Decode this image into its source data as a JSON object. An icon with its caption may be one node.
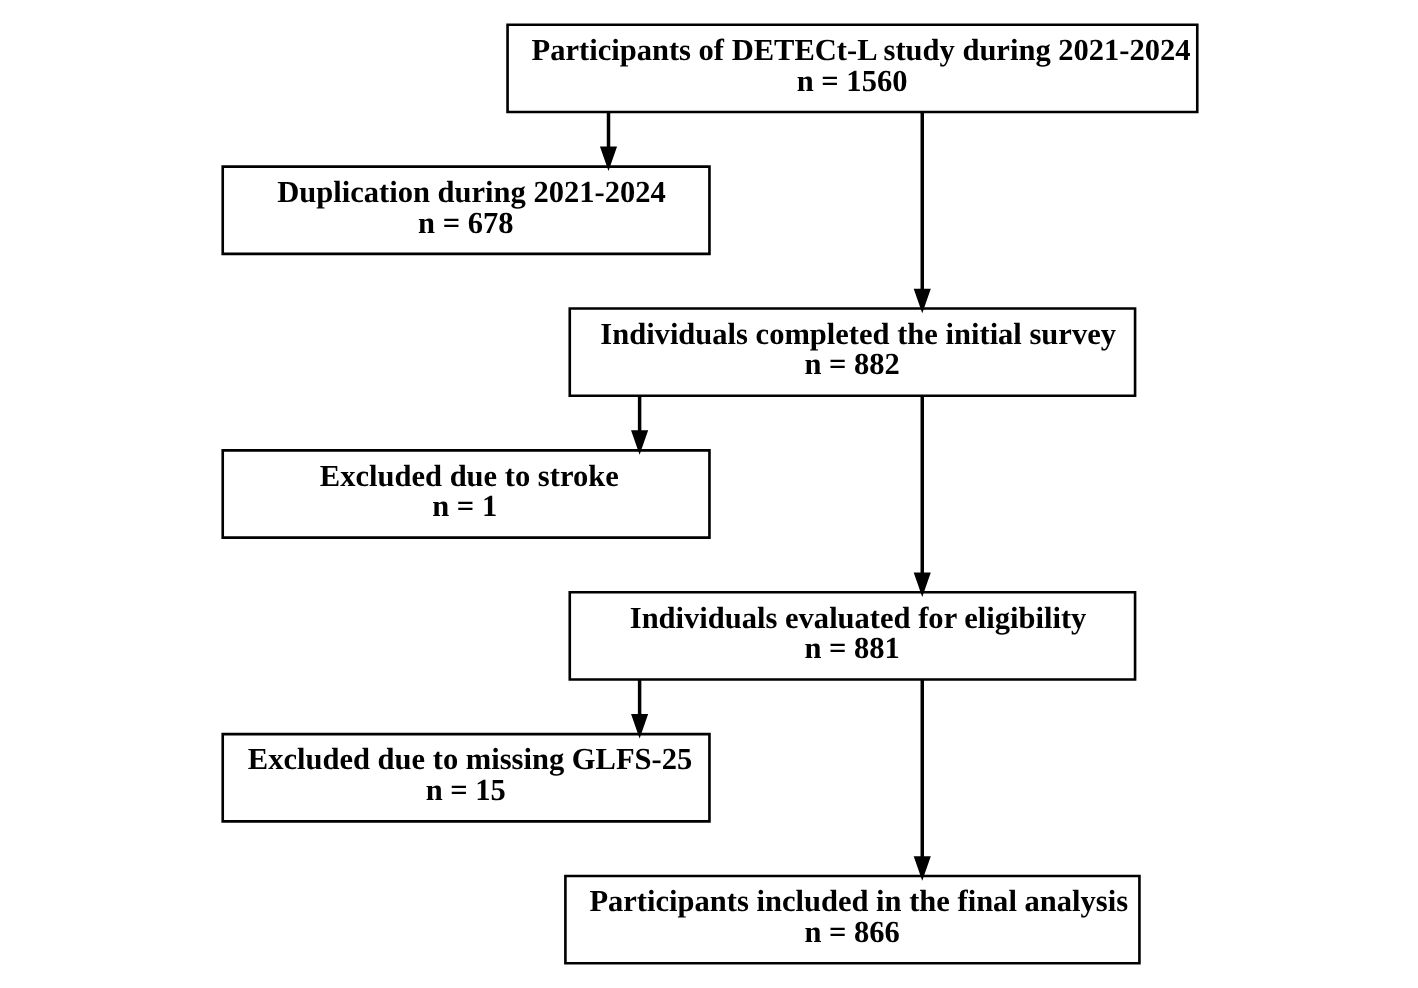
{
  "diagram": {
    "nodes": [
      {
        "text": [
          "Participants of DETECt-L study during 2021-2024",
          "n = 1560"
        ]
      },
      {
        "text": [
          "Duplication during 2021-2024",
          "n = 678"
        ]
      },
      {
        "text": [
          "Individuals completed the initial survey",
          "n = 882"
        ]
      },
      {
        "text": [
          "Excluded due to stroke",
          "n = 1"
        ]
      },
      {
        "text": [
          "Individuals evaluated for eligibility",
          "n = 881"
        ]
      },
      {
        "text": [
          "Excluded due to missing GLFS-25",
          "n = 15"
        ]
      },
      {
        "text": [
          "Participants included in the final analysis",
          "n = 866"
        ]
      }
    ],
    "edges": [
      {
        "from": 0,
        "to": 2,
        "arrow": "to"
      },
      {
        "from": 0,
        "to": 1,
        "arrow": "to"
      },
      {
        "from": 2,
        "to": 4,
        "arrow": "to"
      },
      {
        "from": 2,
        "to": 3,
        "arrow": "to"
      },
      {
        "from": 4,
        "to": 6,
        "arrow": "to"
      },
      {
        "from": 4,
        "to": 5,
        "arrow": "to"
      }
    ]
  }
}
